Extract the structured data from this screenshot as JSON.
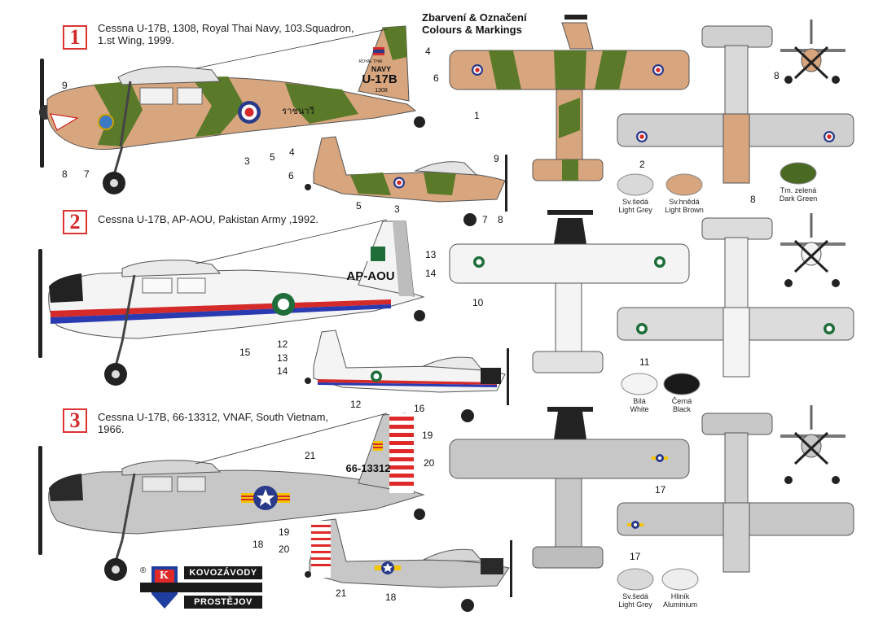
{
  "header": {
    "czech": "Zbarvení & Označení",
    "english": "Colours & Markings"
  },
  "schemes": [
    {
      "badge": "1",
      "title_l1": "Cessna U-17B, 1308, Royal Thai Navy, 103.Squadron,",
      "title_l2": "1.st Wing, 1999.",
      "tail_text": "U-17B",
      "tail_serial": "1308",
      "tail_small": "ROYAL THAI",
      "tail_navy": "NAVY",
      "fuselage_text": "ราชนาวี"
    },
    {
      "badge": "2",
      "title_l1": "Cessna U-17B, AP-AOU, Pakistan Army ,1992.",
      "tail_text": "AP-AOU"
    },
    {
      "badge": "3",
      "title_l1": "Cessna U-17B, 66-13312, VNAF, South Vietnam,",
      "title_l2": "1966.",
      "tail_text": "66-13312"
    }
  ],
  "callouts": {
    "s1_side": [
      "9",
      "8",
      "7",
      "3",
      "5",
      "4",
      "6"
    ],
    "s1_small": [
      "4",
      "6",
      "9",
      "5",
      "3",
      "7",
      "8"
    ],
    "s1_top": [
      "1"
    ],
    "s1_under": [
      "2",
      "8"
    ],
    "s1_front": [
      "8"
    ],
    "s2_side": [
      "13",
      "14",
      "12",
      "15"
    ],
    "s2_small": [
      "13",
      "14",
      "12",
      "16"
    ],
    "s2_top": [
      "10"
    ],
    "s2_under": [
      "11"
    ],
    "s3_side": [
      "19",
      "20",
      "21",
      "18"
    ],
    "s3_small": [
      "19",
      "20",
      "21",
      "18"
    ],
    "s3_top": [
      "17"
    ],
    "s3_under": [
      "17"
    ]
  },
  "swatches": {
    "s1": [
      {
        "cz": "Sv.šedá",
        "en": "Light Grey",
        "color": "#d9d9d9"
      },
      {
        "cz": "Sv.hnědá",
        "en": "Light Brown",
        "color": "#d7a57e"
      },
      {
        "cz": "Tm. zelená",
        "en": "Dark Green",
        "color": "#4a6a24"
      }
    ],
    "s2": [
      {
        "cz": "Bílá",
        "en": "White",
        "color": "#f4f4f4"
      },
      {
        "cz": "Černá",
        "en": "Black",
        "color": "#1a1a1a"
      }
    ],
    "s3": [
      {
        "cz": "Sv.šedá",
        "en": "Light Grey",
        "color": "#d9d9d9"
      },
      {
        "cz": "Hliník",
        "en": "Aluminium",
        "color": "#eeeeee"
      }
    ]
  },
  "logo": {
    "registered": "®",
    "line1": "KOVOZÁVODY",
    "line2": "PROSTĚJOV",
    "letter": "K"
  },
  "colors": {
    "tan": "#d7a57e",
    "green": "#5a7a2a",
    "grey": "#c7c7c7",
    "red": "#d42a2a",
    "blue": "#2a3a8a"
  }
}
